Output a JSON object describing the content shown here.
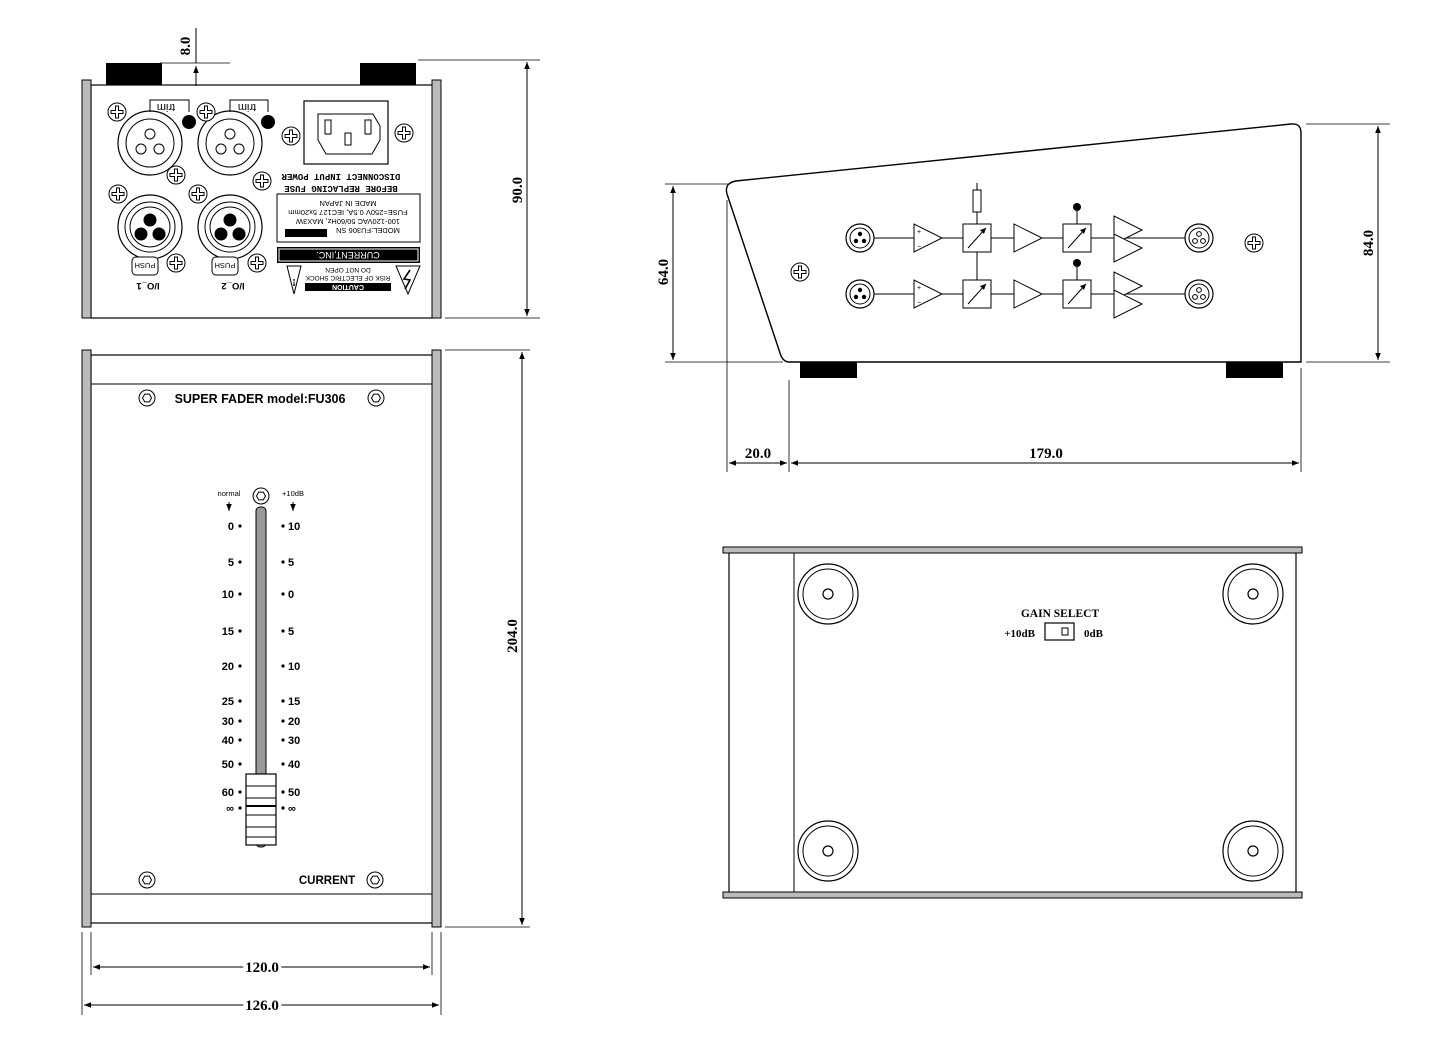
{
  "dimensions": {
    "top_foot": "8.0",
    "rear_height": "90.0",
    "front_height": "204.0",
    "inner_width": "120.0",
    "outer_width": "126.0",
    "side_front_height": "64.0",
    "side_rear_height": "84.0",
    "side_slope_depth": "20.0",
    "side_depth": "179.0"
  },
  "rear_panel": {
    "trim_1": "trim",
    "trim_2": "trim",
    "warning_line1": "DISCONNECT INPUT POWER",
    "warning_line2": "BEFORE REPLACING FUSE",
    "spec_line1": "MODEL:FU306 SN",
    "spec_line2": "100-120VAC 50/60Hz, MAX3W",
    "spec_line3": "FUSE=250V 0.5A, IEC127 5x20mm",
    "spec_line4": "MADE IN JAPAN",
    "maker": "CURRENT,INC.",
    "caution_title": "CAUTION",
    "caution_line1": "RISK OF ELECTRIC SHOCK",
    "caution_line2": "DO NOT OPEN",
    "push_1": "PUSH",
    "push_2": "PUSH",
    "io_1": "I/O_1",
    "io_2": "I/O_2"
  },
  "front_panel": {
    "title": "SUPER FADER model:FU306",
    "brand": "CURRENT",
    "left_scale_label": "normal",
    "right_scale_label": "+10dB",
    "left_scale": [
      "0",
      "5",
      "10",
      "15",
      "20",
      "25",
      "30",
      "40",
      "50",
      "60",
      "∞"
    ],
    "right_scale": [
      "10",
      "5",
      "0",
      "5",
      "10",
      "15",
      "20",
      "30",
      "40",
      "50",
      "∞"
    ]
  },
  "bottom_panel": {
    "gain_title": "GAIN SELECT",
    "gain_left": "+10dB",
    "gain_right": "0dB"
  }
}
